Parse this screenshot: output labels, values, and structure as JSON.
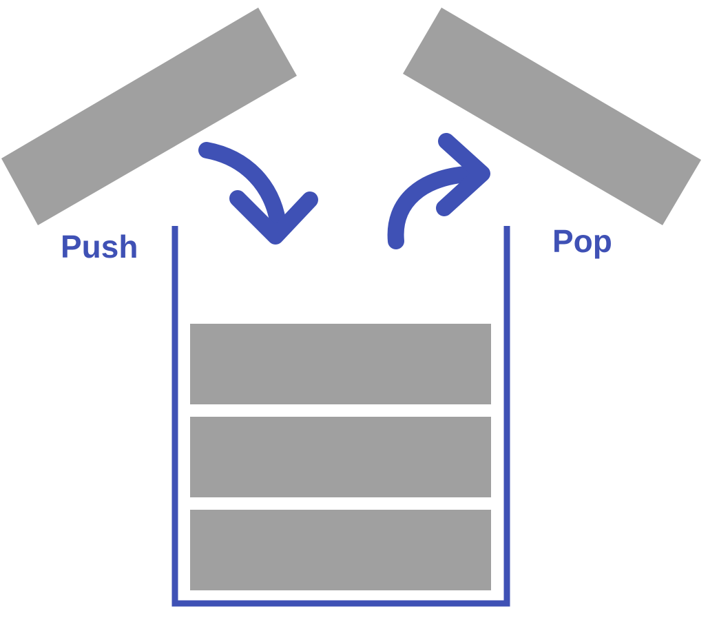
{
  "diagram": {
    "labels": {
      "push": "Push",
      "pop": "Pop"
    },
    "stack_item_count": 3,
    "colors": {
      "accent": "#3f51b5",
      "block": "#a0a0a0",
      "background": "#ffffff"
    },
    "icons": {
      "push_arrow": "curved-arrow-down-icon",
      "pop_arrow": "curved-arrow-up-icon"
    }
  }
}
